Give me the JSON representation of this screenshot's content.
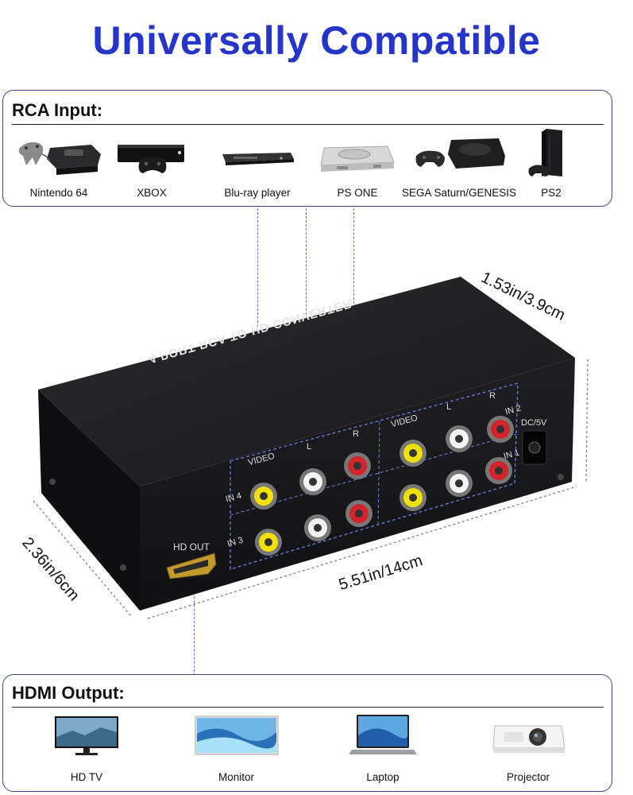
{
  "header": {
    "title": "Universally Compatible"
  },
  "rca_input": {
    "title": "RCA Input:",
    "devices": [
      {
        "label": "Nintendo 64",
        "icon": "nintendo-64-console-icon"
      },
      {
        "label": "XBOX",
        "icon": "xbox-console-icon"
      },
      {
        "label": "Blu-ray player",
        "icon": "bluray-player-icon"
      },
      {
        "label": "PS ONE",
        "icon": "ps-one-console-icon"
      },
      {
        "label": "SEGA Saturn/GENESIS",
        "icon": "sega-console-icon"
      },
      {
        "label": "PS2",
        "icon": "ps2-console-icon"
      }
    ]
  },
  "product": {
    "top_text": "4 PORT RCA TO HD CONVERTER",
    "port_video": "VIDEO",
    "port_l": "L",
    "port_r": "R",
    "in1": "IN 1",
    "in2": "IN 2",
    "in3": "IN 3",
    "in4": "IN 4",
    "dc": "DC/5V",
    "hd_out": "HD OUT",
    "dim_height": "1.53in/3.9cm",
    "dim_length": "5.51in/14cm",
    "dim_depth": "2.36in/6cm"
  },
  "hdmi_output": {
    "title": "HDMI Output:",
    "devices": [
      {
        "label": "HD TV",
        "icon": "tv-icon"
      },
      {
        "label": "Monitor",
        "icon": "monitor-icon"
      },
      {
        "label": "Laptop",
        "icon": "laptop-icon"
      },
      {
        "label": "Projector",
        "icon": "projector-icon"
      }
    ]
  },
  "colors": {
    "title": "#2534c9",
    "panel_border": "#3d4a7a",
    "guide": "#5b70c9",
    "box": "#1e1e20"
  }
}
